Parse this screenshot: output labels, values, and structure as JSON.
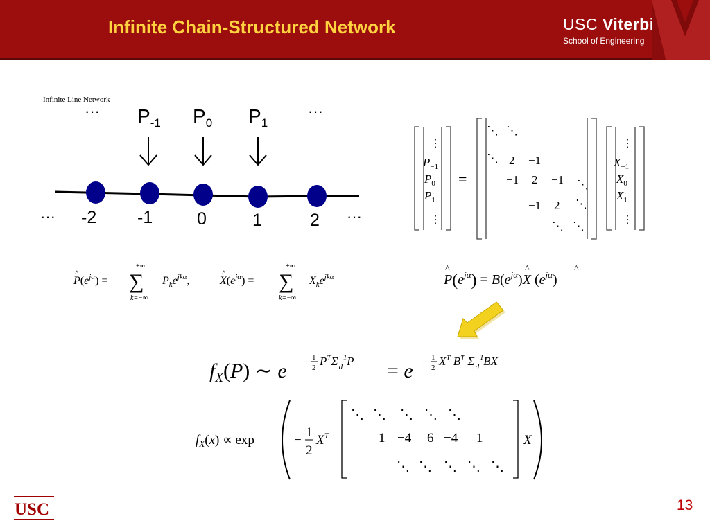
{
  "header": {
    "title": "Infinite Chain-Structured Network",
    "logo_usc_prefix": "USC ",
    "logo_usc_name": "Viterbi",
    "logo_school": "School of Engineering"
  },
  "network": {
    "caption": "Infinite Line Network",
    "ellipsis": "···",
    "p_labels": [
      {
        "base": "P",
        "sub": "-1"
      },
      {
        "base": "P",
        "sub": "0"
      },
      {
        "base": "P",
        "sub": "1"
      }
    ],
    "node_labels": [
      "-2",
      "-1",
      "0",
      "1",
      "2"
    ],
    "node_color": "#00008b"
  },
  "matrix_eq": {
    "lhs": [
      {
        "base": "P",
        "sub": "−1"
      },
      {
        "base": "P",
        "sub": "0"
      },
      {
        "base": "P",
        "sub": "1"
      }
    ],
    "row2": [
      "2",
      "−1"
    ],
    "row3": [
      "−1",
      "2",
      "−1"
    ],
    "row5": [
      "−1",
      "2"
    ],
    "rhs": [
      {
        "base": "X",
        "sub": "−1"
      },
      {
        "base": "X",
        "sub": "0"
      },
      {
        "base": "X",
        "sub": "1"
      }
    ]
  },
  "dft": {
    "p_sum_sup": "+∞",
    "p_sum_sub": "k=−∞",
    "x_sum_sup": "+∞",
    "x_sum_sub": "k=−∞"
  },
  "transfer_eq": {
    "arrow_color": "#f2d21e"
  },
  "gauss_eq": {
    "row": [
      "1",
      "−4",
      "6",
      "−4",
      "1"
    ]
  },
  "footer": {
    "logo_text": "USC",
    "page_number": "13"
  },
  "colors": {
    "header_bg": "#9c0d0d",
    "title_color": "#ffd23f",
    "page_number_color": "#c00000"
  }
}
